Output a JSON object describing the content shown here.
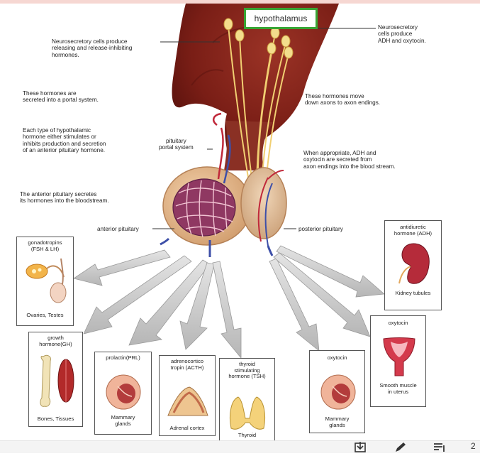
{
  "title_box": "hypothalamus",
  "labels": {
    "neurosecretory_left": "Neurosecretory cells produce\nreleasing and release-inhibiting\nhormones.",
    "neurosecretory_right": "Neurosecretory\ncells produce\nADH and oxytocin.",
    "portal_system_note": "These hormones are\nsecreted into a portal system.",
    "hormone_types": "Each type of hypothalamic\nhormone either stimulates or\ninhibits production and secretion\nof an anterior pituitary hormone.",
    "anterior_secretes": "The anterior pituitary secretes\nits hormones into the bloodstream.",
    "move_axons": "These hormones move\ndown axons to axon endings.",
    "adh_secreted": "When appropriate, ADH and\noxytocin are secreted from\naxon endings into the blood stream.",
    "pituitary_portal": "pituitary\nportal system",
    "anterior_pituitary": "anterior pituitary",
    "posterior_pituitary": "posterior pituitary"
  },
  "boxes": {
    "gonadotropins": {
      "title": "gonadotropins\n(FSH & LH)",
      "target": "Ovaries, Testes"
    },
    "growth": {
      "title": "growth\nhormone(GH)",
      "target": "Bones, Tissues"
    },
    "prolactin": {
      "title": "prolactin(PRL)",
      "target": "Mammary\nglands"
    },
    "acth": {
      "title": "adrenocortico\ntropin (ACTH)",
      "target": "Adrenal cortex"
    },
    "tsh": {
      "title": "thyroid\nstimulating\nhormone (TSH)",
      "target": "Thyroid"
    },
    "oxytocin_mammary": {
      "title": "oxytocin",
      "target": "Mammary\nglands"
    },
    "oxytocin_uterus": {
      "title": "oxytocin",
      "target": "Smooth muscle\nin uterus"
    },
    "adh": {
      "title": "antidiuretic\nhormone (ADH)",
      "target": "Kidney tubules"
    }
  },
  "toolbar": {
    "icons": [
      "download-icon",
      "pen-icon",
      "list-icon"
    ],
    "overflow_digit": "2"
  },
  "colors": {
    "hypothalamus_border": "#39a535",
    "brain_tissue": "#7a1e16",
    "pituitary_tissue": "#e2b98c",
    "vessels_red": "#c0283a",
    "vessels_blue": "#3d4fa8",
    "axons": "#f1cf72",
    "arrows": "#c8c8c8"
  }
}
